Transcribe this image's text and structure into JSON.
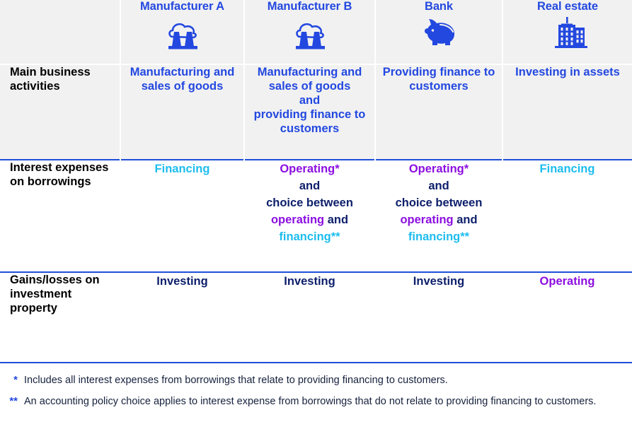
{
  "colors": {
    "brand_blue": "#2348e0",
    "rule_blue": "#1f4fd8",
    "navy": "#0d1f6b",
    "purple": "#8c0ee0",
    "cyan": "#1ebdef",
    "band_grey": "#f1f1f1"
  },
  "table": {
    "columns": [
      {
        "key": "row_label",
        "header": "",
        "icon": ""
      },
      {
        "key": "manufacturer_a",
        "header": "Manufacturer A",
        "icon": "factory-icon"
      },
      {
        "key": "manufacturer_b",
        "header": "Manufacturer B",
        "icon": "factory-icon"
      },
      {
        "key": "bank",
        "header": "Bank",
        "icon": "piggy-bank-icon"
      },
      {
        "key": "real_estate",
        "header": "Real estate",
        "icon": "office-building-icon"
      }
    ],
    "rows": [
      {
        "label": "Main business activities",
        "cells": [
          {
            "lines": [
              {
                "text": "Manufacturing and sales of goods",
                "color": "blue"
              }
            ]
          },
          {
            "lines": [
              {
                "text": "Manufacturing and sales of goods",
                "color": "blue"
              },
              {
                "text": "and",
                "color": "blue"
              },
              {
                "text": "providing finance to customers",
                "color": "blue"
              }
            ]
          },
          {
            "lines": [
              {
                "text": "Providing finance to customers",
                "color": "blue"
              }
            ]
          },
          {
            "lines": [
              {
                "text": "Investing in assets",
                "color": "blue"
              }
            ]
          }
        ]
      },
      {
        "label": "Interest expenses on borrowings",
        "cells": [
          {
            "lines": [
              {
                "text": "Financing",
                "color": "cyan"
              }
            ]
          },
          {
            "lines": [
              {
                "text": "Operating*",
                "color": "purple"
              },
              {
                "text": "and",
                "color": "navy"
              },
              {
                "text": "choice between",
                "color": "navy"
              },
              {
                "text": "operating",
                "color": "purple",
                "suffix": " and",
                "suffix_color": "navy"
              },
              {
                "text": "financing**",
                "color": "cyan"
              }
            ]
          },
          {
            "lines": [
              {
                "text": "Operating*",
                "color": "purple"
              },
              {
                "text": "and",
                "color": "navy"
              },
              {
                "text": "choice between",
                "color": "navy"
              },
              {
                "text": "operating",
                "color": "purple",
                "suffix": " and",
                "suffix_color": "navy"
              },
              {
                "text": "financing**",
                "color": "cyan"
              }
            ]
          },
          {
            "lines": [
              {
                "text": "Financing",
                "color": "cyan"
              }
            ]
          }
        ]
      },
      {
        "label": "Gains/losses on investment property",
        "cells": [
          {
            "lines": [
              {
                "text": "Investing",
                "color": "navy"
              }
            ]
          },
          {
            "lines": [
              {
                "text": "Investing",
                "color": "navy"
              }
            ]
          },
          {
            "lines": [
              {
                "text": "Investing",
                "color": "navy"
              }
            ]
          },
          {
            "lines": [
              {
                "text": "Operating",
                "color": "purple"
              }
            ]
          }
        ]
      }
    ]
  },
  "footnotes": [
    {
      "mark": "*",
      "text": "Includes all interest expenses from borrowings that relate to providing financing to customers."
    },
    {
      "mark": "**",
      "text": "An accounting policy choice applies to interest expense from borrowings that do not relate to providing financing to customers."
    }
  ]
}
